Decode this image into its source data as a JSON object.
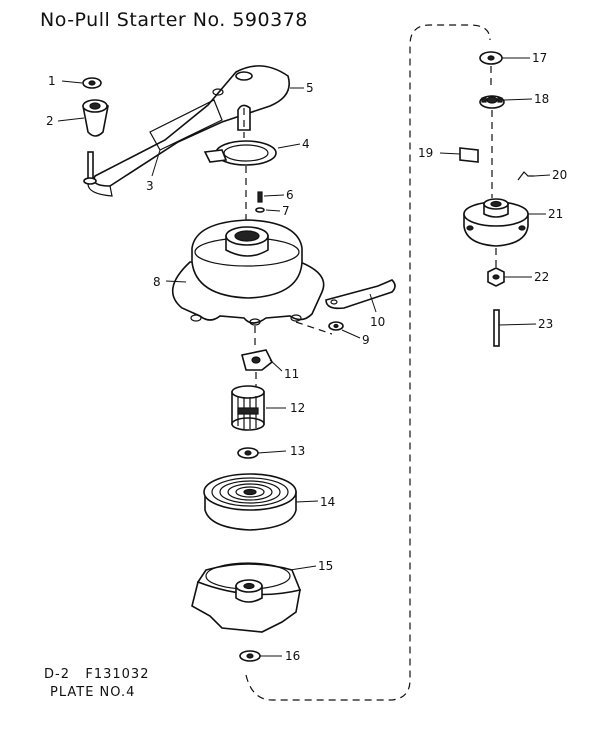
{
  "title": "No-Pull Starter No. 590378",
  "footer": {
    "line1": "D-2   F131032",
    "line2": "PLATE NO.4"
  },
  "parts": {
    "p1": "1",
    "p2": "2",
    "p3": "3",
    "p4": "4",
    "p5": "5",
    "p6": "6",
    "p7": "7",
    "p8": "8",
    "p9": "9",
    "p10": "10",
    "p11": "11",
    "p12": "12",
    "p13": "13",
    "p14": "14",
    "p15": "15",
    "p16": "16",
    "p17": "17",
    "p18": "18",
    "p19": "19",
    "p20": "20",
    "p21": "21",
    "p22": "22",
    "p23": "23"
  }
}
